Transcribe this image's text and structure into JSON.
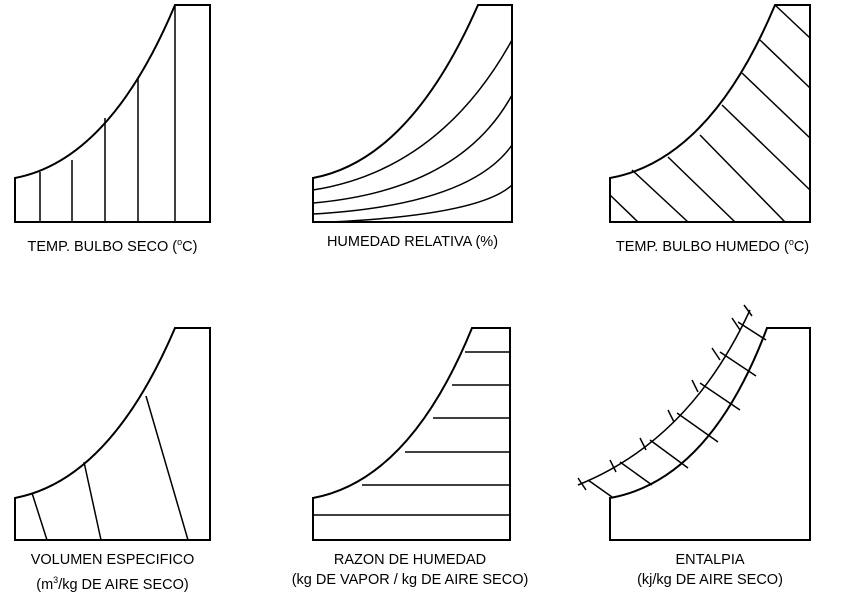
{
  "panels": [
    {
      "label_pre": "TEMP. BULBO SECO (",
      "label_sup": "o",
      "label_post": "C)"
    },
    {
      "label": "HUMEDAD RELATIVA (%)"
    },
    {
      "label_pre": "TEMP. BULBO HUMEDO (",
      "label_sup": "o",
      "label_post": "C)"
    },
    {
      "label": "VOLUMEN ESPECIFICO",
      "sub_pre": "(m",
      "sub_sup": "3",
      "sub_post": "/kg DE AIRE SECO)"
    },
    {
      "label": "RAZON DE HUMEDAD",
      "sub": "(kg DE VAPOR / kg DE AIRE SECO)"
    },
    {
      "label": "ENTALPIA",
      "sub": "(kj/kg DE AIRE SECO)"
    }
  ]
}
